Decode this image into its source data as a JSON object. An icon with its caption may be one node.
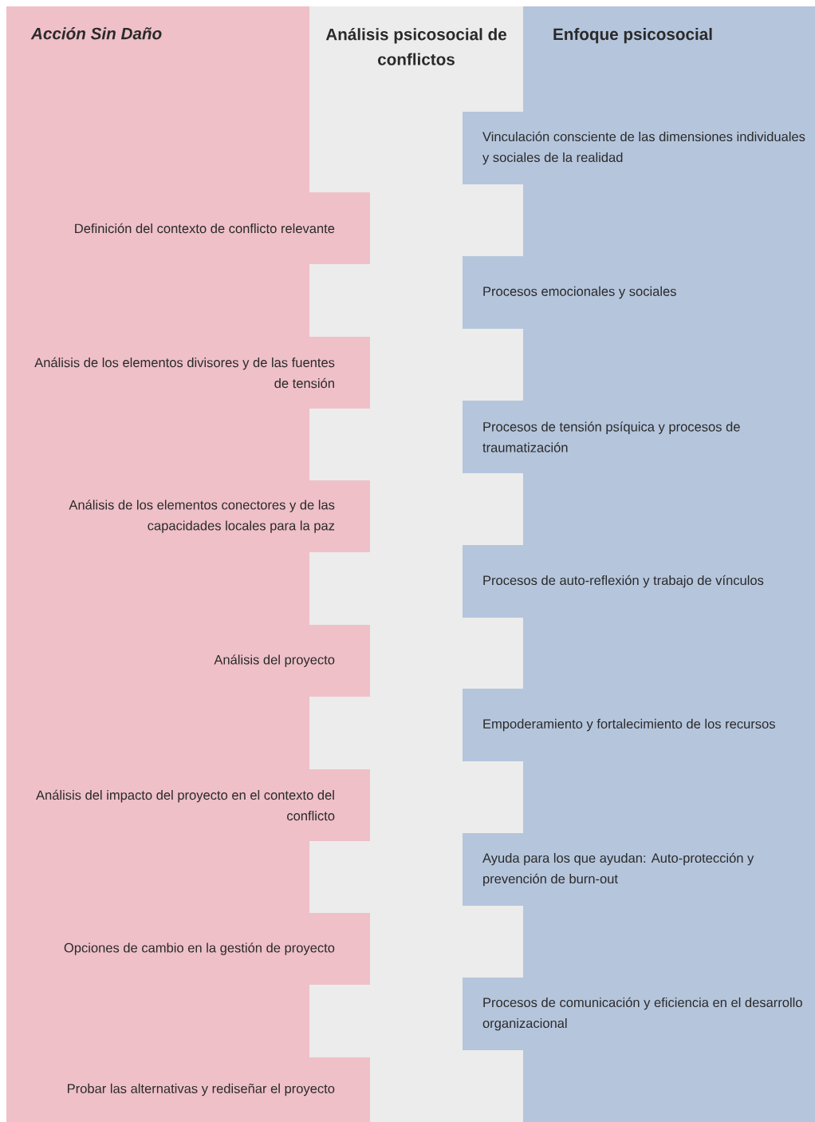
{
  "diagram": {
    "nodes": [
      {
        "text": [
          "Acción Sin Daño"
        ]
      },
      {
        "text": [
          "Análisis psicosocial de conflictos"
        ]
      },
      {
        "text": [
          "Enfoque psicosocial"
        ]
      },
      {
        "text": [
          "Vinculación consciente de las dimensiones individuales y sociales de la realidad"
        ]
      },
      {
        "text": [
          "Definición del contexto de conflicto relevante"
        ]
      },
      {
        "text": [
          "Procesos emocionales y sociales"
        ]
      },
      {
        "text": [
          "Análisis de los elementos divisores y de las fuentes de tensión"
        ]
      },
      {
        "text": [
          "Procesos de tensión psíquica y procesos de traumatización"
        ]
      },
      {
        "text": [
          "Análisis de los elementos conectores y de las capacidades locales para la paz"
        ]
      },
      {
        "text": [
          "Procesos de auto-reflexión y trabajo de vínculos"
        ]
      },
      {
        "text": [
          "Análisis del proyecto"
        ]
      },
      {
        "text": [
          "Empoderamiento y fortalecimiento de los recursos"
        ]
      },
      {
        "text": [
          "Análisis del impacto del proyecto en el contexto del conflicto"
        ]
      },
      {
        "text": [
          "Ayuda para los que ayudan: Auto-protección y prevención de burn-out"
        ]
      },
      {
        "text": [
          "Opciones de cambio en la gestión de proyecto"
        ]
      },
      {
        "text": [
          "Procesos de comunicación y eficiencia en el desarrollo organizacional"
        ]
      },
      {
        "text": [
          "Probar las alternativas y rediseñar el proyecto"
        ]
      }
    ]
  }
}
